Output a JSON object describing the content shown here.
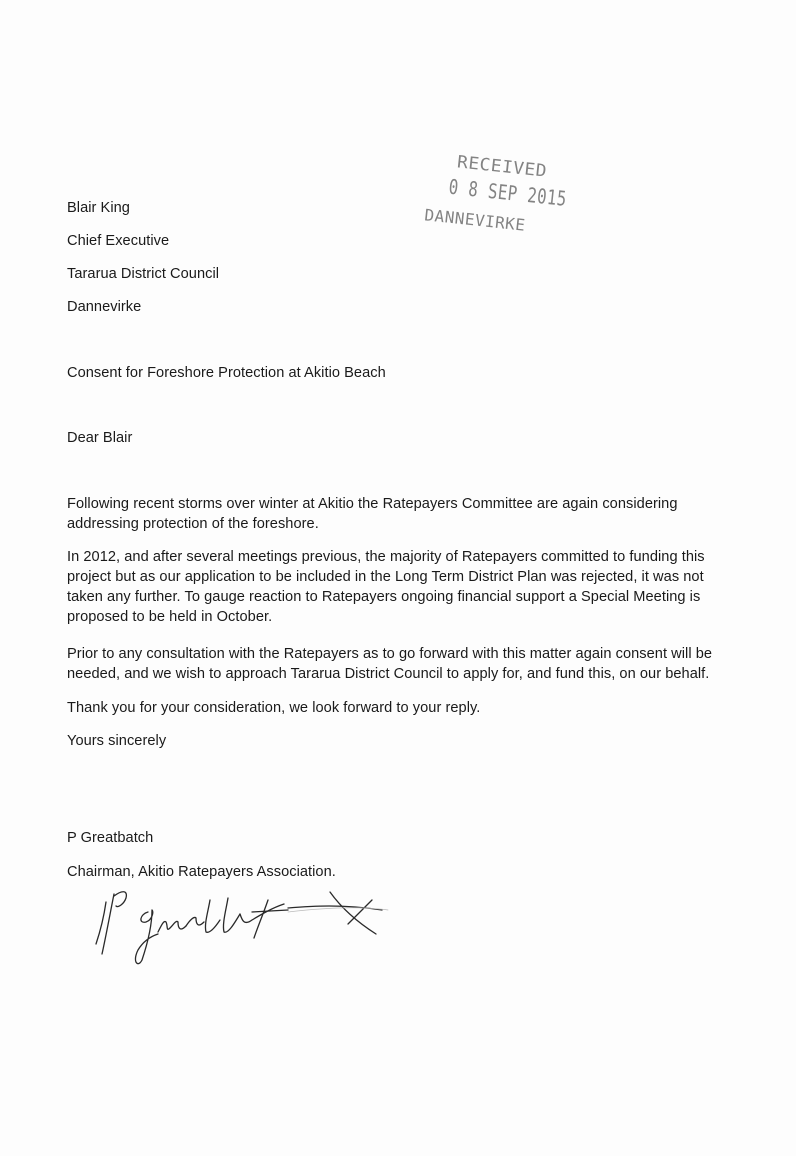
{
  "stamp": {
    "received": "RECEIVED",
    "date": "0 8 SEP 2015",
    "place": "DANNEVIRKE"
  },
  "recipient": {
    "name": "Blair King",
    "title": "Chief Executive",
    "organisation": "Tararua District Council",
    "town": "Dannevirke"
  },
  "subject": "Consent for Foreshore Protection at Akitio Beach",
  "salutation": "Dear Blair",
  "paragraphs": [
    "Following recent storms over winter at Akitio the Ratepayers Committee are again considering addressing protection of the foreshore.",
    "In 2012, and after several meetings previous, the majority of Ratepayers committed to funding this project but as our application to be included in the Long Term District Plan was rejected, it was not taken any further.  To gauge reaction to Ratepayers ongoing financial support a Special Meeting is proposed to be held in October.",
    "Prior to any consultation with the Ratepayers as to go forward with this matter again consent will be needed, and we wish to approach Tararua District Council to apply for, and fund this, on our behalf.",
    "Thank you for your consideration, we look forward to your reply."
  ],
  "closing": "Yours sincerely",
  "sender": {
    "name": "P Greatbatch",
    "role": "Chairman, Akitio Ratepayers Association."
  },
  "colors": {
    "text": "#1a1a1a",
    "stamp": "#6e6e6e",
    "signature": "#2a2a2a"
  },
  "icons": {
    "signature": "handwritten-signature-icon",
    "stamp": "received-stamp"
  }
}
